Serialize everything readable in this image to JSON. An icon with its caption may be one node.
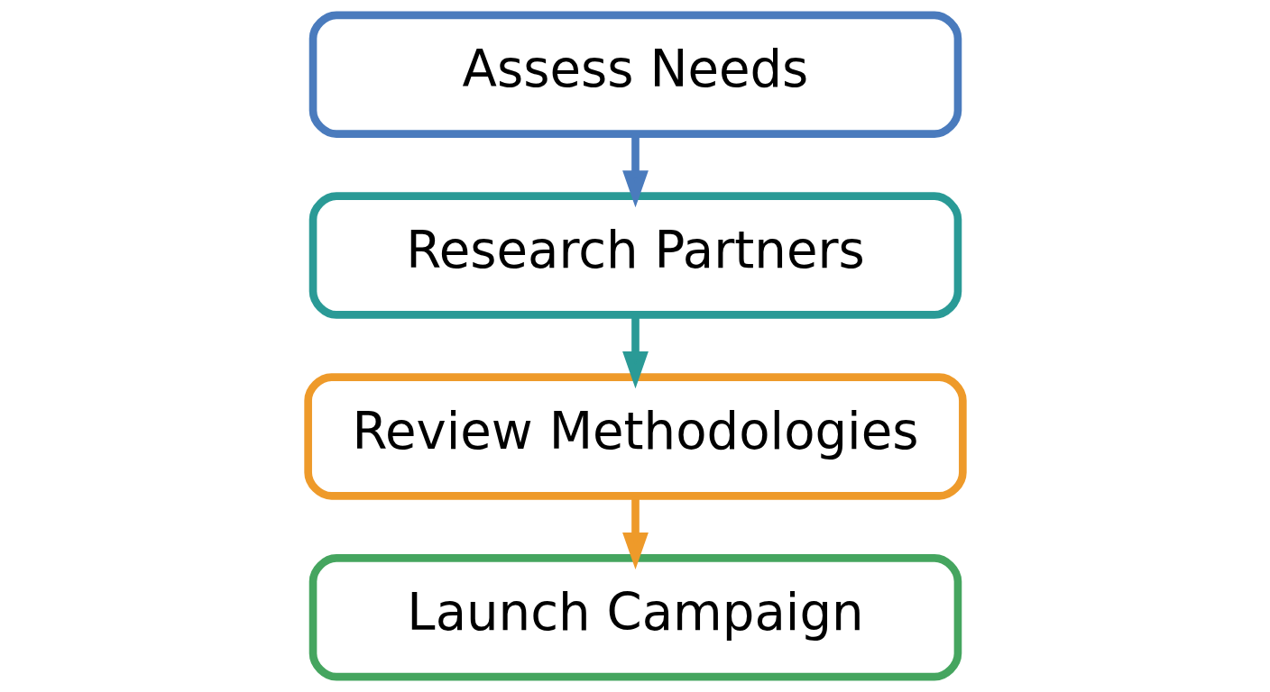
{
  "diagram": {
    "nodes": [
      {
        "text": [
          "Assess Needs"
        ]
      },
      {
        "text": [
          "Research Partners"
        ]
      },
      {
        "text": [
          "Review Methodologies"
        ]
      },
      {
        "text": [
          "Launch Campaign"
        ]
      }
    ],
    "edges": [
      {
        "from": 0,
        "to": 1,
        "arrow": "to",
        "color": "#4a7bbd"
      },
      {
        "from": 1,
        "to": 2,
        "arrow": "to",
        "color": "#2a9a96"
      },
      {
        "from": 2,
        "to": 3,
        "arrow": "to",
        "color": "#ee9a2a"
      }
    ]
  }
}
